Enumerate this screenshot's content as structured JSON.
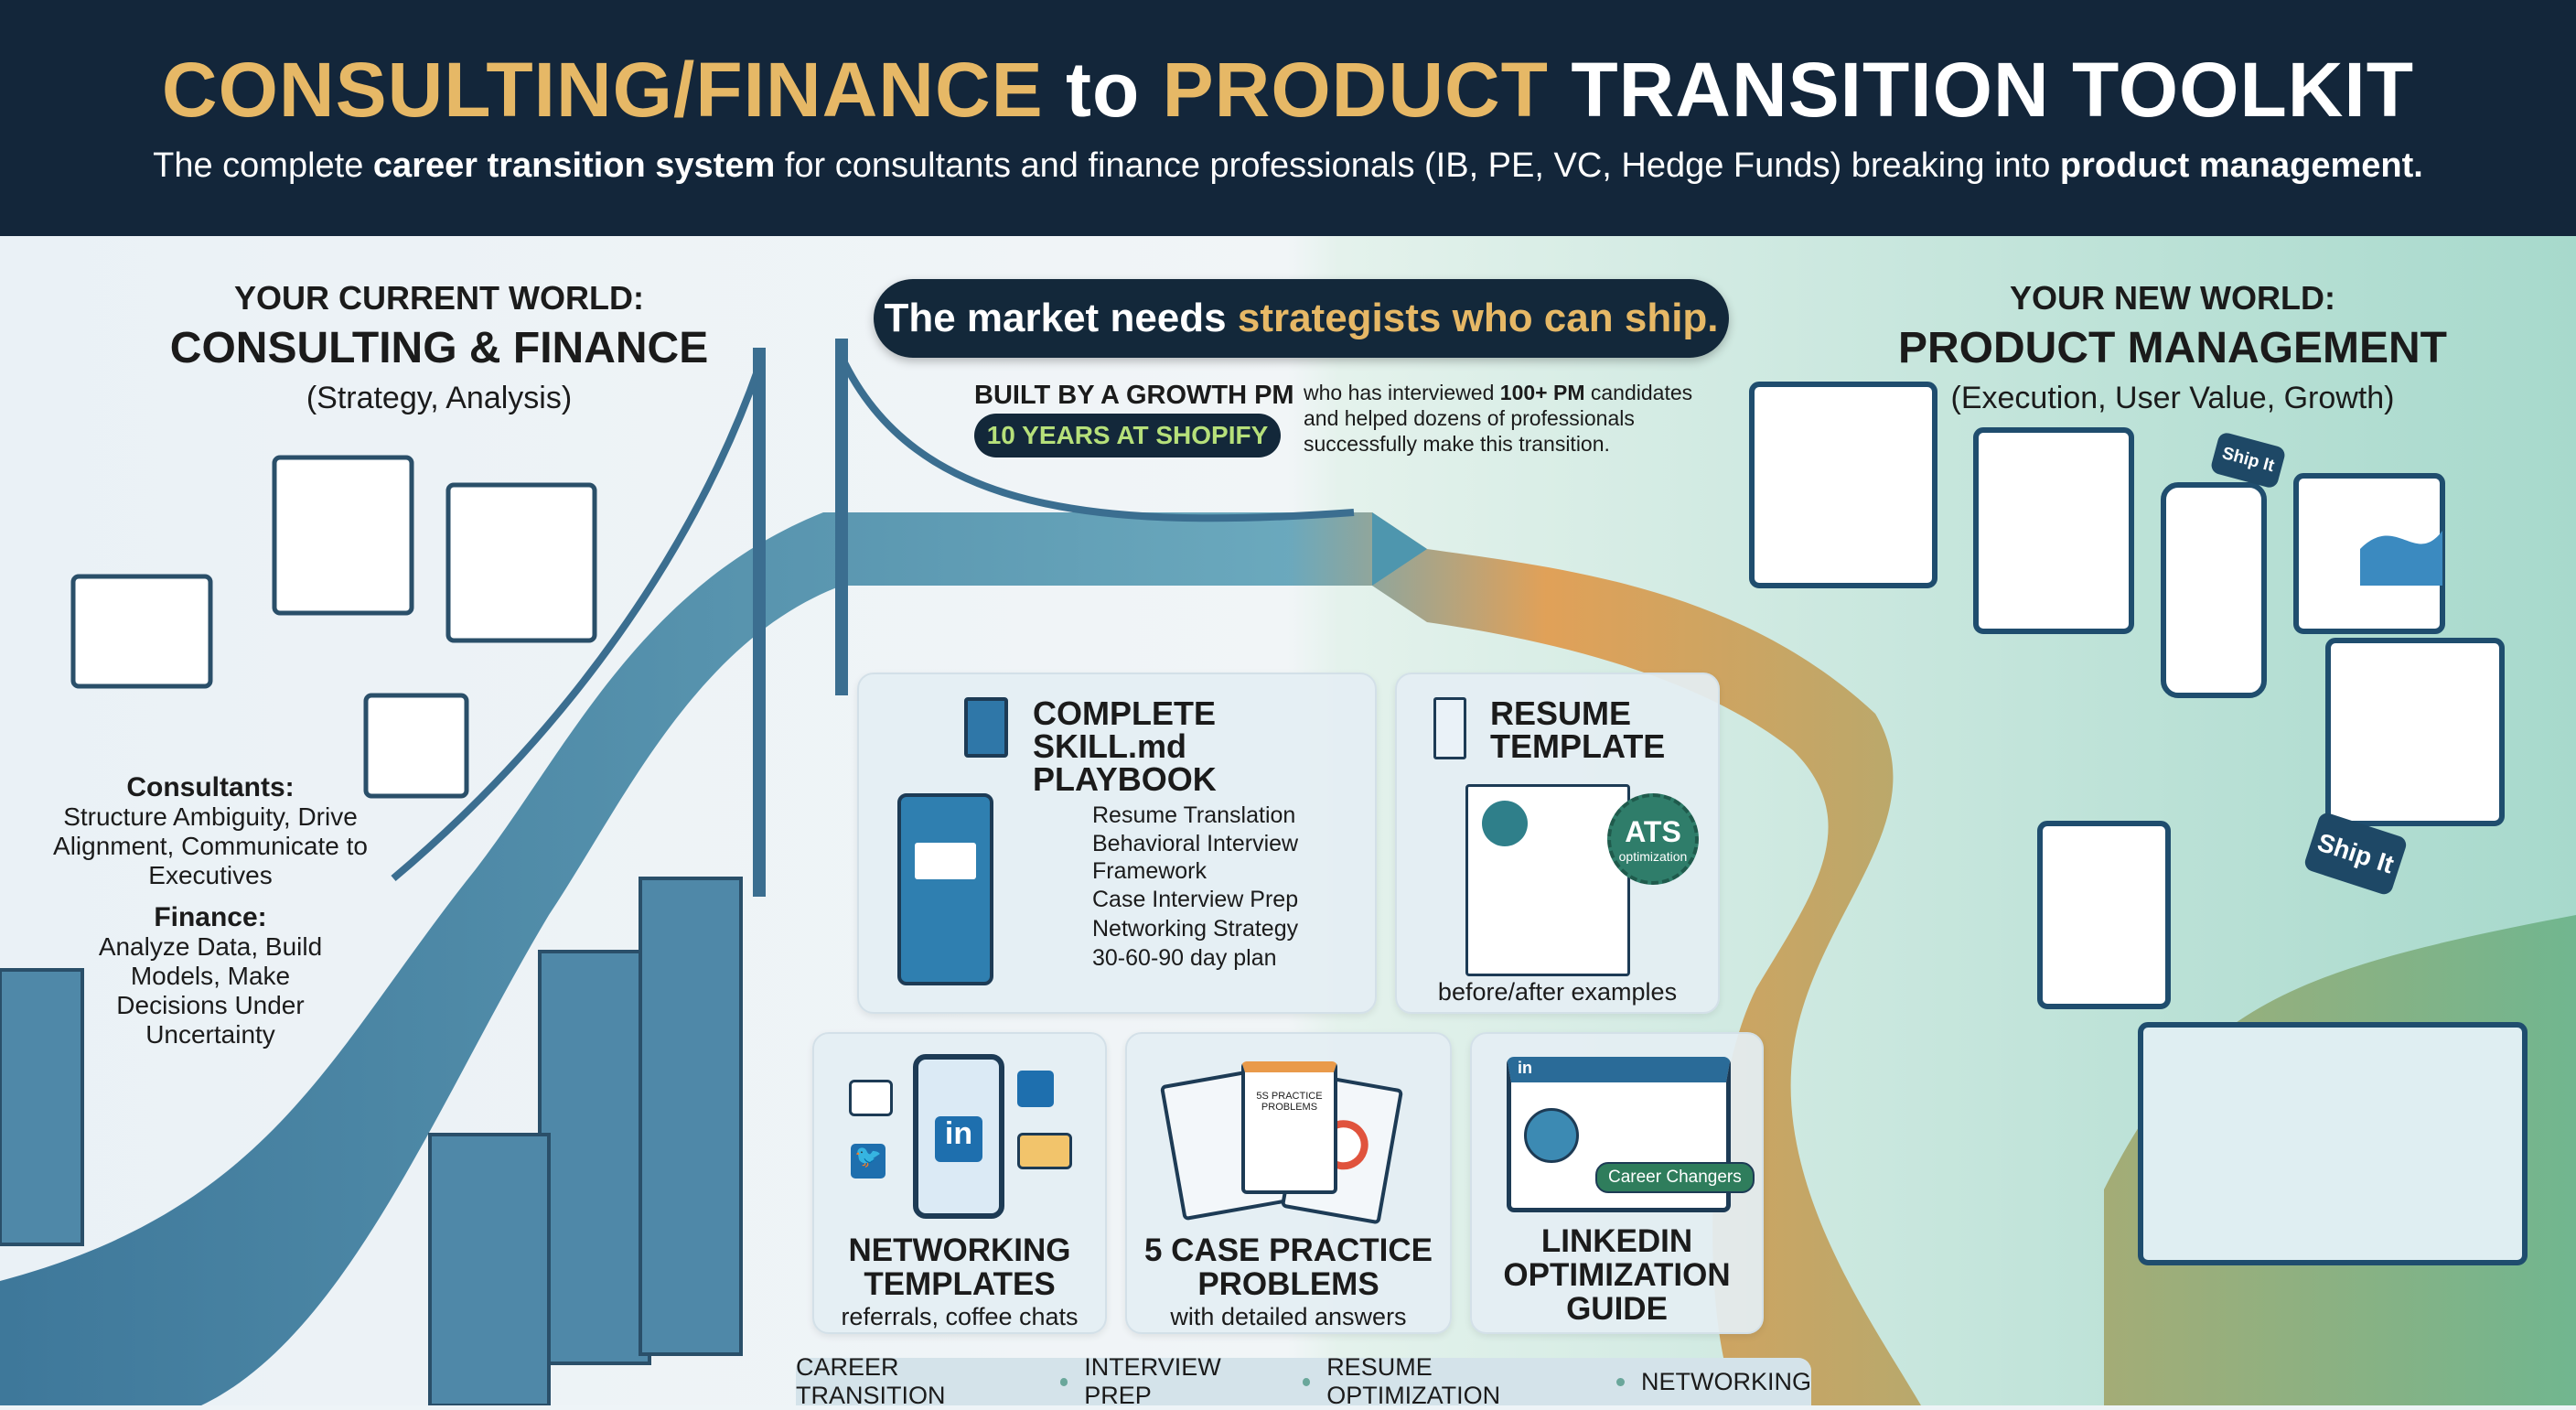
{
  "header": {
    "title_part1": "CONSULTING/FINANCE",
    "title_part2": "to",
    "title_part3": "PRODUCT",
    "title_part4": "TRANSITION TOOLKIT",
    "subtitle_part1": "The complete",
    "subtitle_bold1": "career transition system",
    "subtitle_part2": "for consultants and finance professionals (IB, PE, VC, Hedge Funds) breaking into",
    "subtitle_bold2": "product management."
  },
  "current_world": {
    "kicker": "YOUR CURRENT WORLD:",
    "heading": "CONSULTING & FINANCE",
    "sub": "(Strategy, Analysis)"
  },
  "new_world": {
    "kicker": "YOUR NEW WORLD:",
    "heading": "PRODUCT MANAGEMENT",
    "sub": "(Execution, User Value, Growth)"
  },
  "tagline": {
    "part1": "The market needs",
    "highlight": "strategists who can ship."
  },
  "author": {
    "built_by": "BUILT BY A GROWTH PM",
    "badge": "10 YEARS AT SHOPIFY",
    "bio_part1": "who has interviewed",
    "bio_bold": "100+ PM",
    "bio_part2": "candidates and helped dozens of professionals successfully make this transition."
  },
  "skills": {
    "consultants_label": "Consultants:",
    "consultants_text": "Structure Ambiguity, Drive Alignment, Communicate to Executives",
    "finance_label": "Finance:",
    "finance_text": "Analyze Data, Build Models, Make Decisions Under Uncertainty"
  },
  "playbook": {
    "title_line1": "COMPLETE",
    "title_line2": "SKILL.md PLAYBOOK",
    "items": [
      "Resume Translation",
      "Behavioral Interview Framework",
      "Case Interview Prep",
      "Networking Strategy",
      "30-60-90 day plan"
    ]
  },
  "resume": {
    "title_line1": "RESUME",
    "title_line2": "TEMPLATE",
    "seal_main": "ATS",
    "seal_sub": "optimization",
    "caption": "before/after examples"
  },
  "networking": {
    "title_line1": "NETWORKING",
    "title_line2": "TEMPLATES",
    "caption": "referrals, coffee chats",
    "icon_text": "in"
  },
  "cases": {
    "title_line1": "5 CASE PRACTICE",
    "title_line2": "PROBLEMS",
    "caption": "with detailed answers",
    "doc_text": "5S PRACTICE PROBLEMS"
  },
  "linkedin": {
    "title_line1": "LINKEDIN",
    "title_line2": "OPTIMIZATION",
    "title_line3": "GUIDE",
    "tag": "Career Changers",
    "icon_text": "in"
  },
  "ship_labels": [
    "Ship It",
    "Ship It"
  ],
  "footer_tags": [
    "CAREER TRANSITION",
    "INTERVIEW PREP",
    "RESUME OPTIMIZATION",
    "NETWORKING"
  ],
  "colors": {
    "navy": "#13263a",
    "gold": "#e6b866",
    "green_badge": "#b6e07a",
    "road_blue": "#3f7c9e",
    "road_orange": "#e79a4a",
    "linkedin": "#1e6fae"
  }
}
